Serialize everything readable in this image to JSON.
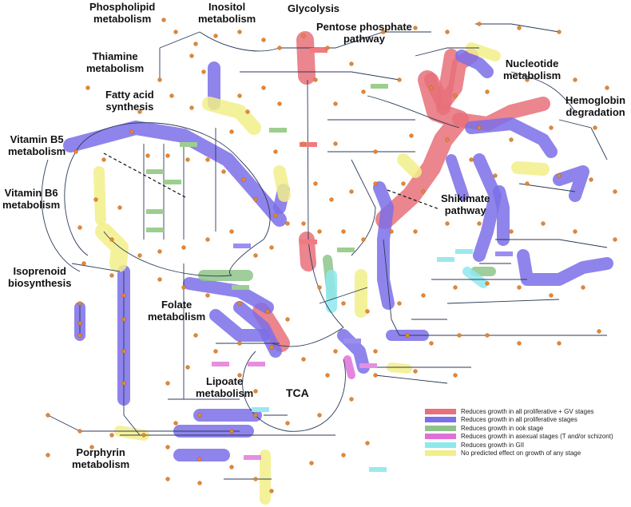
{
  "pathway_labels": {
    "phospholipid": "Phospholipid\nmetabolism",
    "inositol": "Inositol\nmetabolism",
    "glycolysis": "Glycolysis",
    "pentose_phosphate": "Pentose phosphate\npathway",
    "thiamine": "Thiamine\nmetabolism",
    "fatty_acid": "Fatty acid\nsynthesis",
    "nucleotide": "Nucleotide\nmetabolism",
    "hemoglobin": "Hemoglobin\ndegradation",
    "vitamin_b5": "Vitamin B5\nmetabolism",
    "vitamin_b6": "Vitamin B6\nmetabolism",
    "shikimate": "Shikimate\npathway",
    "isoprenoid": "Isoprenoid\nbiosynthesis",
    "folate": "Folate\nmetabolism",
    "lipoate": "Lipoate\nmetabolism",
    "tca": "TCA",
    "porphyrin": "Porphyrin\nmetabolism"
  },
  "legend": [
    {
      "label": "Reduces growth in all proliferative + GV stages",
      "color": "#e8707a"
    },
    {
      "label": "Reduces growth in all proliferative stages",
      "color": "#7b6fe8"
    },
    {
      "label": "Reduces growth in ook stage",
      "color": "#8ec48a"
    },
    {
      "label": "Reduces growth in asexual stages (T and/or schizont)",
      "color": "#e070d8"
    },
    {
      "label": "Reduces growth in GII",
      "color": "#8ee8ee"
    },
    {
      "label": "No predicted effect on growth of any stage",
      "color": "#f2ee8a"
    }
  ],
  "colors": {
    "network_line": "#2b3a57",
    "node": "#e0883a",
    "label_box_green": "#9ccf8f",
    "label_box_purple": "#9b8ef0",
    "label_box_red": "#ef7a80",
    "label_box_pink": "#e58fe0",
    "label_box_cyan": "#9be8ee"
  }
}
